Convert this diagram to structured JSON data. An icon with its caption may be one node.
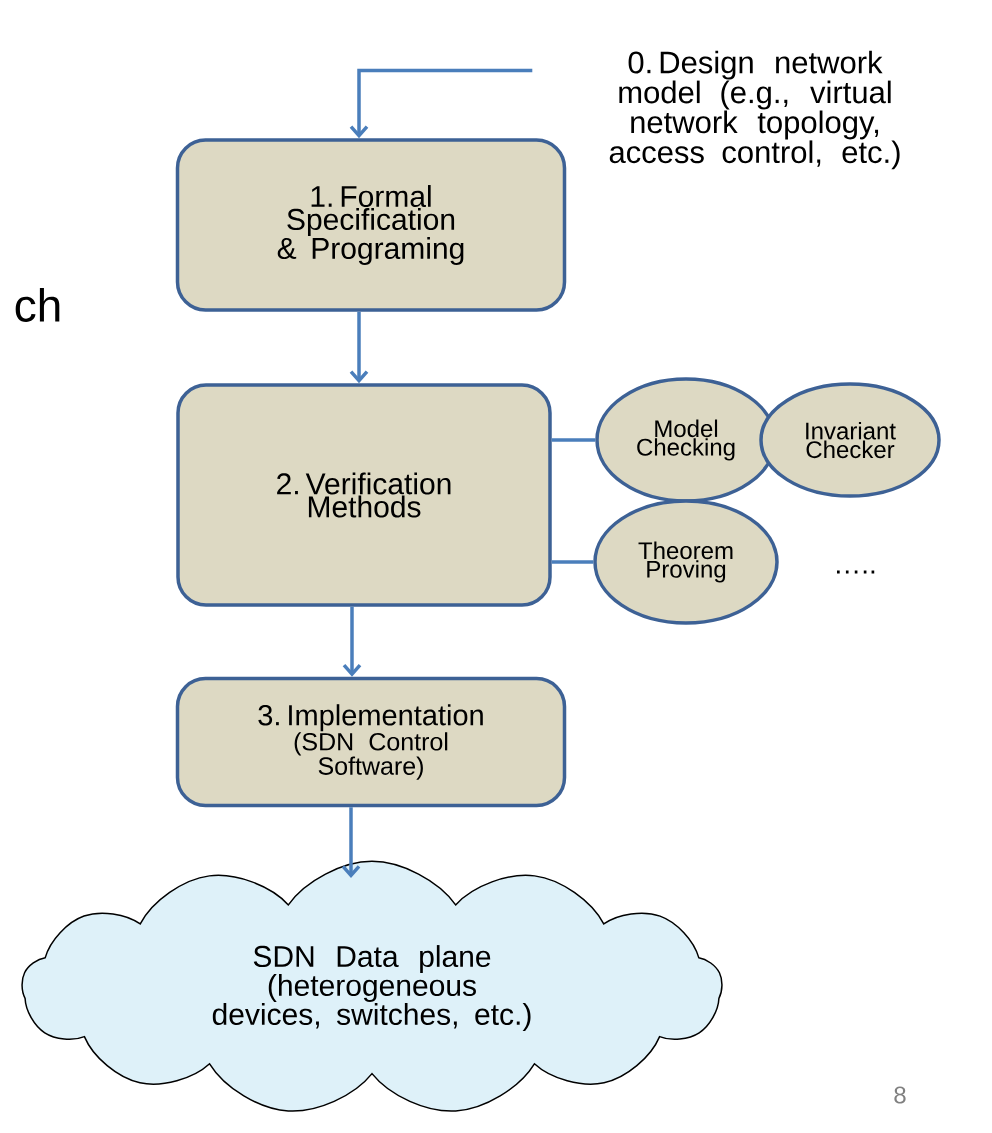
{
  "diagram": {
    "nodes": [
      {
        "text": [
          "0. Design network model (e.g., virtual network topology, access control, etc.)"
        ]
      },
      {
        "text": [
          "1. Formal Specification & Programing"
        ]
      },
      {
        "text": [
          "2. Verification Methods"
        ]
      },
      {
        "text": [
          "Model Checking"
        ]
      },
      {
        "text": [
          "Invariant Checker"
        ]
      },
      {
        "text": [
          "Theorem Proving"
        ]
      },
      {
        "text": [
          "3. Implementation",
          "(SDN Control Software)"
        ]
      },
      {
        "text": [
          "SDN Data plane (heterogeneous devices, switches, etc.)"
        ]
      }
    ],
    "edges": [
      {
        "from": 0,
        "to": 1,
        "arrow": "to"
      },
      {
        "from": 1,
        "to": 2,
        "arrow": "to"
      },
      {
        "from": 2,
        "to": 3,
        "arrow": "none"
      },
      {
        "from": 2,
        "to": 5,
        "arrow": "none"
      },
      {
        "from": 2,
        "to": 6,
        "arrow": "to"
      },
      {
        "from": 6,
        "to": 7,
        "arrow": "to"
      }
    ],
    "labels": [
      "ch",
      "…..",
      "8"
    ]
  }
}
